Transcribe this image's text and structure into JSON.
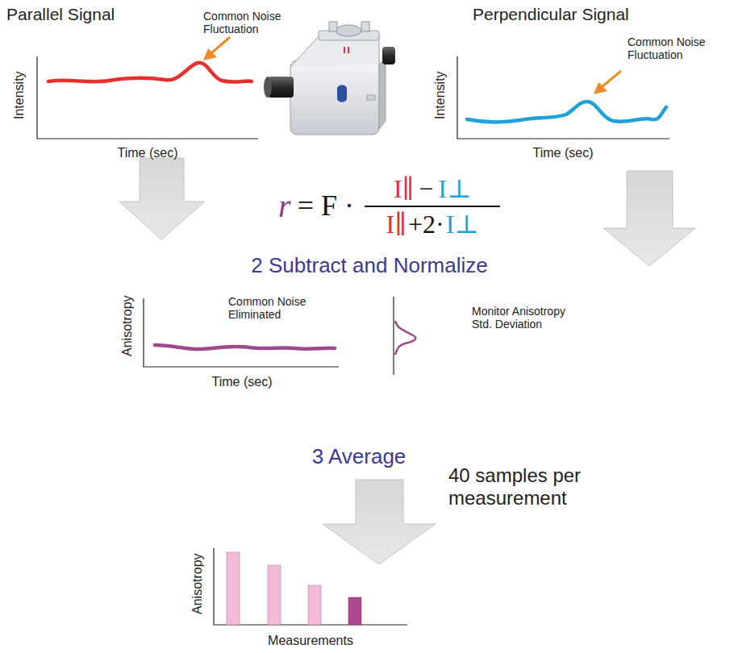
{
  "diagram": {
    "labels": [
      "Parallel Signal",
      "Common Noise Fluctuation",
      "Intensity",
      "Time (sec)",
      "Perpendicular Signal",
      "Common Noise Fluctuation",
      "Intensity",
      "Time (sec)",
      "r",
      "= F ·",
      "I∥",
      "−",
      "I⊥",
      "I∥",
      "+2·",
      "I⊥",
      "2 Subtract and Normalize",
      "Anisotropy",
      "Common Noise Eliminated",
      "Monitor Anisotropy Std. Deviation",
      "Time (sec)",
      "3 Average",
      "40 samples per measurement",
      "Anisotropy",
      "Measurements"
    ]
  }
}
